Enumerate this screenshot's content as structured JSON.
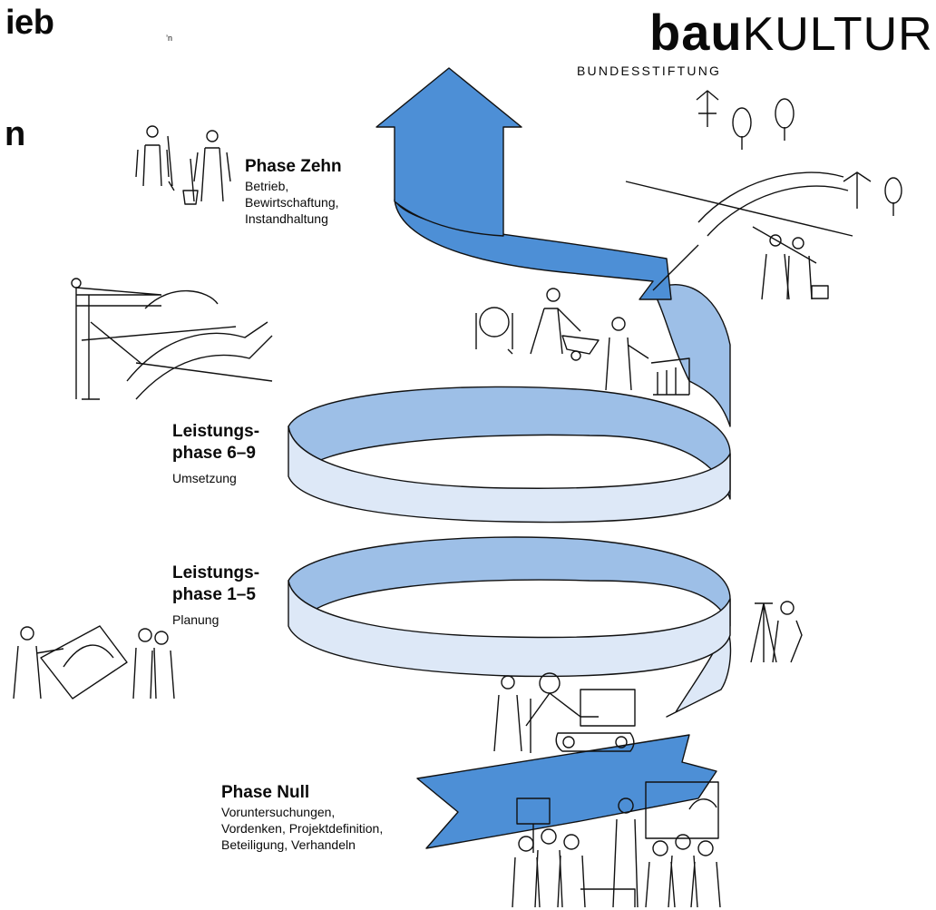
{
  "header": {
    "left_fragment_1": "ieb",
    "left_fragment_2": "n",
    "tiny_fragment": "’n"
  },
  "logo": {
    "main_bold": "bau",
    "main_regular": "KULTUR",
    "sub": "BUNDESSTIFTUNG"
  },
  "phases": {
    "zehn": {
      "title": "Phase Zehn",
      "desc": [
        "Betrieb,",
        "Bewirtschaftung,",
        "Instandhaltung"
      ]
    },
    "lp69": {
      "title": [
        "Leistungs-",
        "phase 6–9"
      ],
      "desc": "Umsetzung"
    },
    "lp15": {
      "title": [
        "Leistungs-",
        "phase 1–5"
      ],
      "desc": "Planung"
    },
    "null": {
      "title": "Phase Null",
      "desc": [
        "Voruntersuchungen,",
        "Vordenken, Projektdefinition,",
        "Beteiligung, Verhandeln"
      ]
    }
  },
  "colors": {
    "ribbon_dark": "#4d8fd6",
    "ribbon_mid": "#9dbfe7",
    "ribbon_light": "#dde8f7",
    "line": "#111111"
  }
}
